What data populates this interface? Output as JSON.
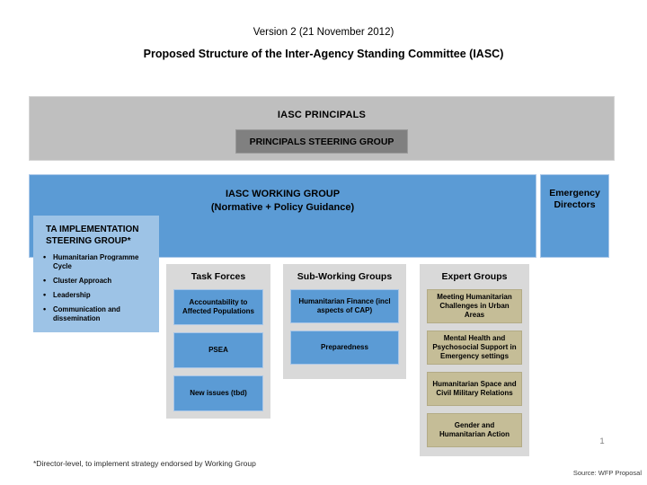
{
  "header": {
    "version": "Version 2 (21 November 2012)",
    "title": "Proposed Structure of the Inter-Agency Standing Committee (IASC)"
  },
  "principals": {
    "band_label": "IASC PRINCIPALS",
    "steering_group_label": "PRINCIPALS STEERING GROUP",
    "band_color": "#bfbfbf",
    "steering_color": "#808080"
  },
  "working_group": {
    "line1": "IASC WORKING GROUP",
    "line2": "(Normative + Policy Guidance)",
    "color": "#5b9bd5"
  },
  "emergency_directors": {
    "line1": "Emergency",
    "line2": "Directors",
    "color": "#5b9bd5"
  },
  "ta_steering_group": {
    "title_line1": "TA IMPLEMENTATION",
    "title_line2": "STEERING GROUP*",
    "color": "#9dc3e6",
    "bullet_glyph": "•",
    "items": [
      "Humanitarian Programme Cycle",
      "Cluster Approach",
      "Leadership",
      "Communication and dissemination"
    ]
  },
  "panels": [
    {
      "id": "task-forces",
      "title": "Task Forces",
      "chip_style": "chip-blue",
      "chip_color": "#5b9bd5",
      "items": [
        "Accountability to Affected Populations",
        "PSEA",
        "New issues (tbd)"
      ]
    },
    {
      "id": "sub-working",
      "title": "Sub-Working Groups",
      "chip_style": "chip-blue",
      "chip_color": "#5b9bd5",
      "items": [
        "Humanitarian Finance (incl aspects of CAP)",
        "Preparedness"
      ]
    },
    {
      "id": "expert",
      "title": "Expert Groups",
      "chip_style": "chip-tan",
      "chip_color": "#c5bd97",
      "items": [
        "Meeting Humanitarian Challenges in Urban Areas",
        "Mental Health and Psychosocial Support in Emergency settings",
        "Humanitarian Space and Civil Military Relations",
        "Gender and Humanitarian Action"
      ]
    }
  ],
  "footer": {
    "footnote": "*Director-level, to implement strategy endorsed by Working Group",
    "page_number": "1",
    "source": "Source: WFP Proposal"
  }
}
